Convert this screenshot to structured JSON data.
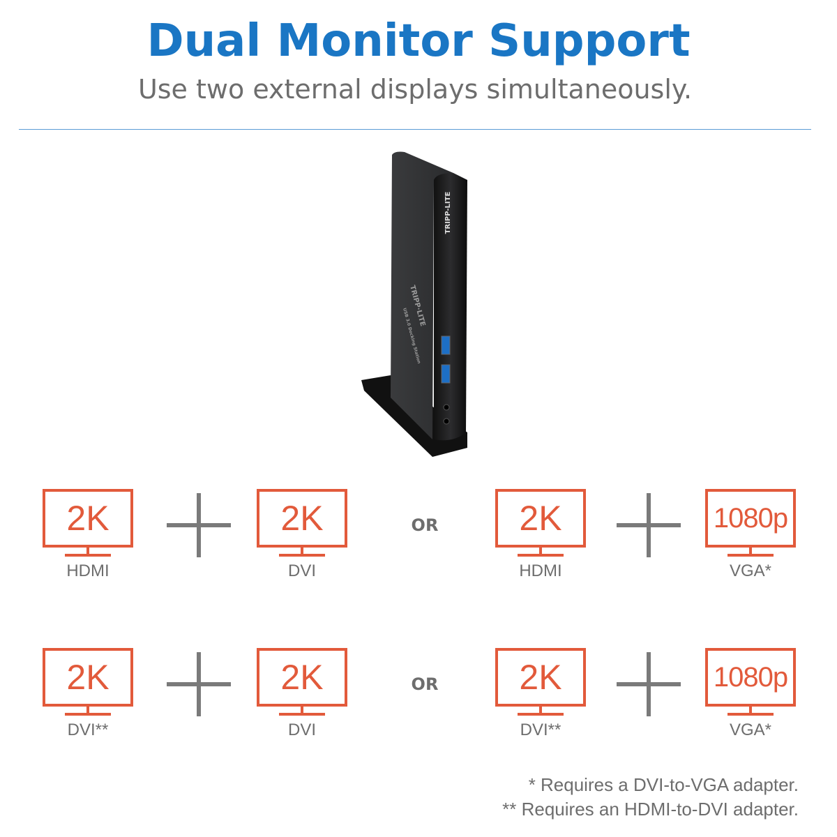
{
  "header": {
    "title": "Dual Monitor Support",
    "subtitle": "Use two external displays simultaneously."
  },
  "device": {
    "brand": "TRIPP-LITE",
    "label": "USB 3.0 Docking Station"
  },
  "rows": [
    {
      "options": [
        [
          {
            "res": "2K",
            "port": "HDMI"
          },
          {
            "res": "2K",
            "port": "DVI"
          }
        ],
        [
          {
            "res": "2K",
            "port": "HDMI"
          },
          {
            "res": "1080p",
            "port": "VGA*"
          }
        ]
      ]
    },
    {
      "options": [
        [
          {
            "res": "2K",
            "port": "DVI**"
          },
          {
            "res": "2K",
            "port": "DVI"
          }
        ],
        [
          {
            "res": "2K",
            "port": "DVI**"
          },
          {
            "res": "1080p",
            "port": "VGA*"
          }
        ]
      ]
    }
  ],
  "or_label": "OR",
  "footnotes": [
    "* Requires a DVI-to-VGA adapter.",
    "** Requires an HDMI-to-DVI adapter."
  ],
  "colors": {
    "title": "#1a76c4",
    "monitor": "#e25a3b",
    "text": "#6d6d6d",
    "plus": "#7a7a7a"
  }
}
